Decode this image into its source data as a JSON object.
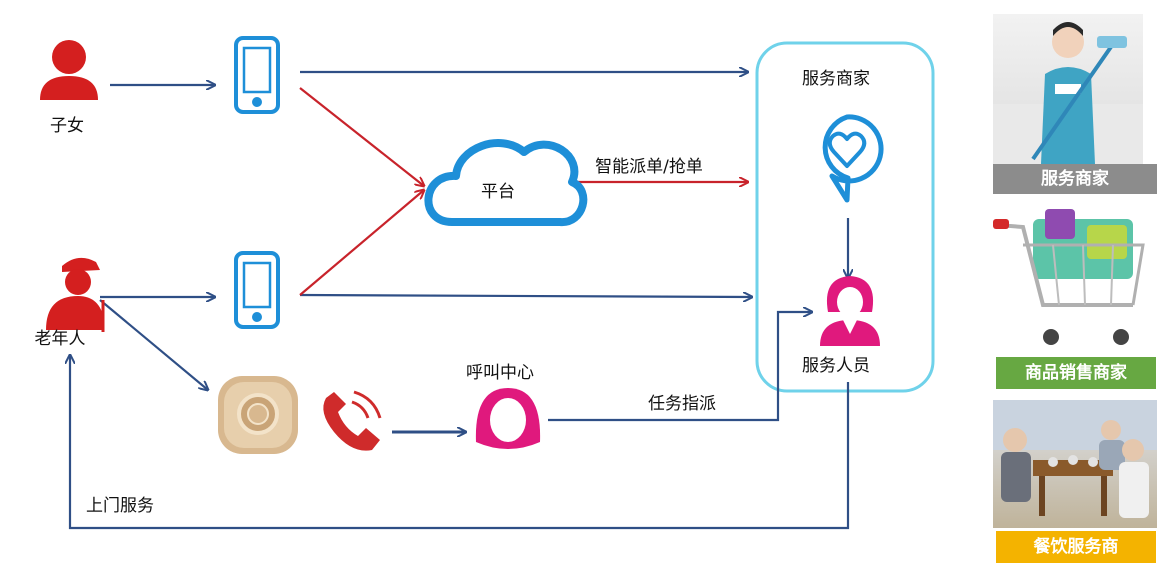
{
  "nodes": {
    "children": "子女",
    "elderly": "老年人",
    "platform": "平台",
    "call_center": "呼叫中心",
    "merchant": "服务商家",
    "staff": "服务人员"
  },
  "edges": {
    "smart_dispatch": "智能派单/抢单",
    "task_assign": "任务指派",
    "home_service": "上门服务"
  },
  "panels": [
    {
      "caption": "服务商家",
      "color": "#8c8c8c"
    },
    {
      "caption": "商品销售商家",
      "color": "#67a842"
    },
    {
      "caption": "餐饮服务商",
      "color": "#f4b300"
    }
  ],
  "colors": {
    "blue_arrow": "#2f4f86",
    "red_arrow": "#c8232b",
    "icon_blue": "#1e8fd8",
    "person_red": "#d41f1f",
    "pink": "#e0197d",
    "box_border": "#6fd2ea"
  }
}
